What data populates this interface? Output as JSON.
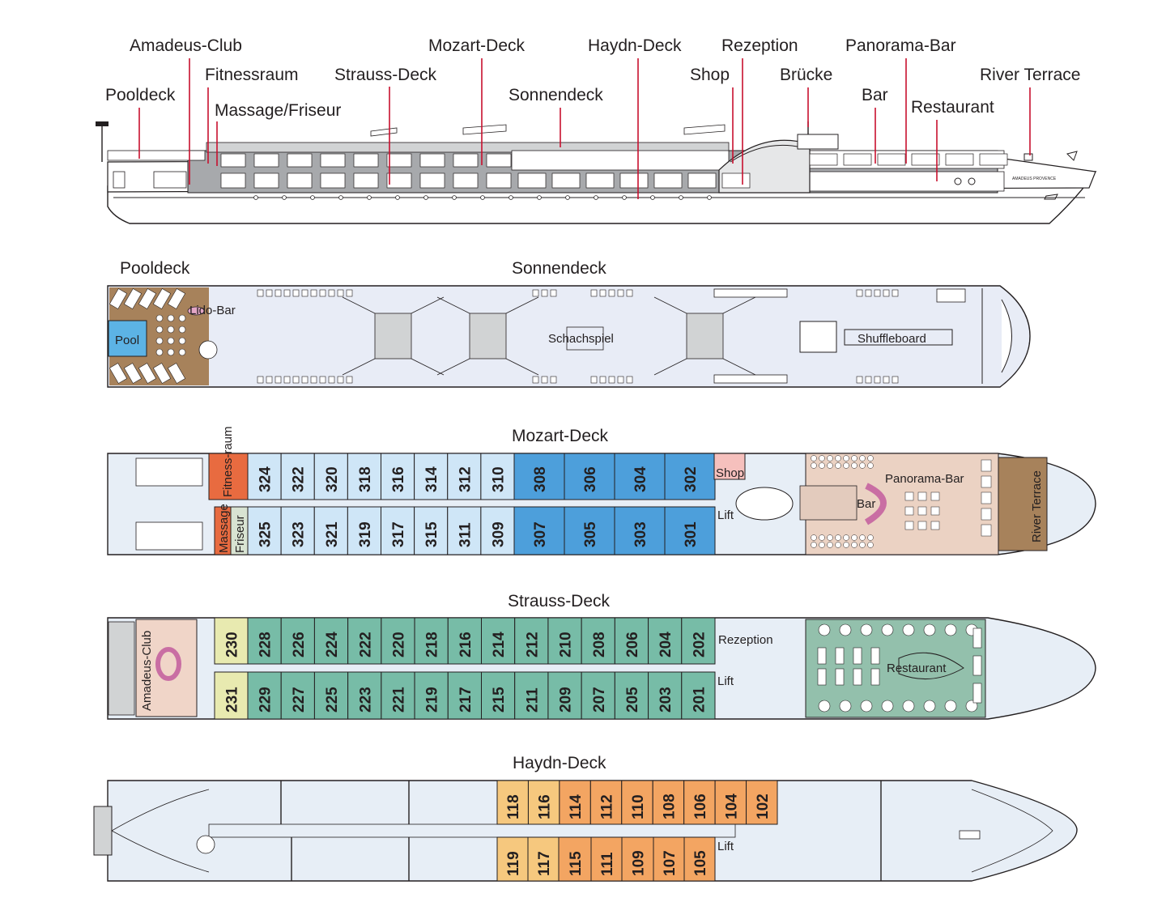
{
  "colors": {
    "deck_bg": "#e8ecf6",
    "hull_blue": "#e7eef6",
    "mozart_light": "#cfe6f7",
    "mozart_dark": "#4d9fdb",
    "strauss_green": "#77bca7",
    "strauss_yellow": "#e8eab0",
    "haydn_orange": "#f3a562",
    "haydn_yellow": "#f6c87e",
    "fitness": "#e86b40",
    "massage": "#e86b40",
    "friseur": "#d8e3d2",
    "panorama_floor": "#ebd2c3",
    "restaurant_floor": "#93c0ac",
    "wood": "#a7825b",
    "pool": "#5cb3e5",
    "shop": "#f6c0bd",
    "profile_grey": "#a7a9ac",
    "callout_red": "#c8102e"
  },
  "profile_labels": {
    "pooldeck": "Pooldeck",
    "amadeus_club": "Amadeus-Club",
    "fitnessraum": "Fitnessraum",
    "massage_friseur": "Massage/Friseur",
    "strauss_deck": "Strauss-Deck",
    "mozart_deck": "Mozart-Deck",
    "sonnendeck": "Sonnendeck",
    "haydn_deck": "Haydn-Deck",
    "rezeption": "Rezeption",
    "shop": "Shop",
    "bruecke": "Brücke",
    "panorama_bar": "Panorama-Bar",
    "bar": "Bar",
    "restaurant": "Restaurant",
    "river_terrace": "River Terrace",
    "ship_name": "AMADEUS PROVENCE"
  },
  "sun_deck": {
    "title_pooldeck": "Pooldeck",
    "title_sonnendeck": "Sonnendeck",
    "pool": "Pool",
    "lido_bar": "Lido-Bar",
    "chess": "Schachspiel",
    "shuffleboard": "Shuffleboard"
  },
  "mozart_deck": {
    "title": "Mozart-Deck",
    "fitness": "Fitness-raum",
    "massage": "Massage",
    "friseur": "Friseur",
    "shop": "Shop",
    "lift": "Lift",
    "bar": "Bar",
    "panorama_bar": "Panorama-Bar",
    "river_terrace": "River Terrace",
    "cabins_top": [
      "324",
      "322",
      "320",
      "318",
      "316",
      "314",
      "312",
      "310",
      "308",
      "306",
      "304",
      "302"
    ],
    "cabins_bottom": [
      "325",
      "323",
      "321",
      "319",
      "317",
      "315",
      "311",
      "309",
      "307",
      "305",
      "303",
      "301"
    ]
  },
  "strauss_deck": {
    "title": "Strauss-Deck",
    "club": "Amadeus-Club",
    "rezeption": "Rezeption",
    "lift": "Lift",
    "restaurant": "Restaurant",
    "cabins_top": [
      "230",
      "228",
      "226",
      "224",
      "222",
      "220",
      "218",
      "216",
      "214",
      "212",
      "210",
      "208",
      "206",
      "204",
      "202"
    ],
    "cabins_bottom": [
      "231",
      "229",
      "227",
      "225",
      "223",
      "221",
      "219",
      "217",
      "215",
      "211",
      "209",
      "207",
      "205",
      "203",
      "201"
    ]
  },
  "haydn_deck": {
    "title": "Haydn-Deck",
    "lift": "Lift",
    "cabins_top": [
      "118",
      "116",
      "114",
      "112",
      "110",
      "108",
      "106",
      "104",
      "102"
    ],
    "cabins_bottom": [
      "119",
      "117",
      "115",
      "111",
      "109",
      "107",
      "105"
    ]
  }
}
